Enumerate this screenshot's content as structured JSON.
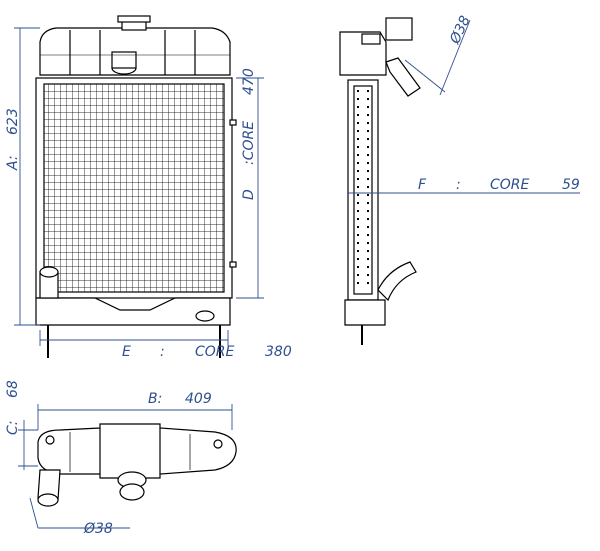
{
  "labels": {
    "a_letter": "A:",
    "a_value": "623",
    "d_letter": "D",
    "d_core": ":CORE",
    "d_value": "470",
    "e_letter": "E",
    "e_colon": ":",
    "e_core": "CORE",
    "e_value": "380",
    "f_letter": "F",
    "f_colon": ":",
    "f_core": "CORE",
    "f_value": "59",
    "b_letter": "B:",
    "b_value": "409",
    "c_letter": "C:",
    "c_value": "68",
    "side_pipe": "Ø38",
    "bottom_pipe": "Ø38"
  },
  "colors": {
    "line": "#000000",
    "dimension": "#2f4f8f"
  }
}
